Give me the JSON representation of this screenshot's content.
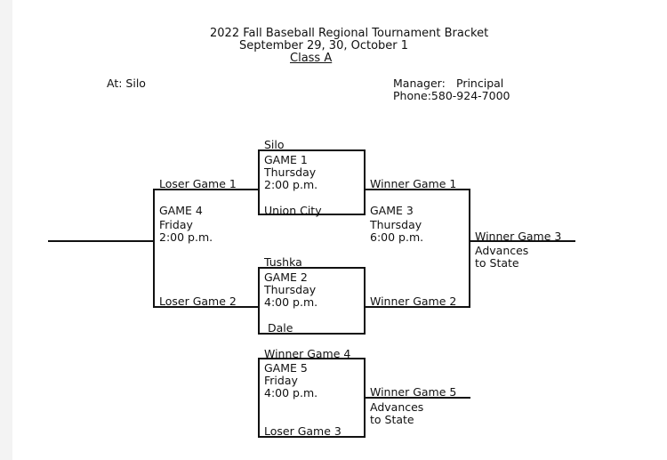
{
  "header": {
    "title": "2022 Fall Baseball Regional Tournament Bracket",
    "dates": "September 29, 30, October 1",
    "class": "Class A"
  },
  "info": {
    "location": "At: Silo",
    "manager_label": "Manager:",
    "manager_value": "Principal",
    "phone": "Phone:580-924-7000"
  },
  "bracket": {
    "game1": {
      "top_team": "Silo",
      "name": "GAME 1",
      "day": "Thursday",
      "time": "2:00 p.m.",
      "bottom_team": "Union City"
    },
    "game2": {
      "top_team": "Tushka",
      "name": "GAME 2",
      "day": "Thursday",
      "time": "4:00 p.m.",
      "bottom_team": "Dale"
    },
    "game3": {
      "name": "GAME 3",
      "day": "Thursday",
      "time": "6:00 p.m.",
      "top_slot": "Winner Game 1",
      "bottom_slot": "Winner Game 2",
      "winner": "Winner Game 3",
      "advance_1": "Advances",
      "advance_2": "to State"
    },
    "game4": {
      "name": "GAME 4",
      "day": "Friday",
      "time": "2:00 p.m.",
      "top_slot": "Loser Game 1",
      "bottom_slot": "Loser Game 2"
    },
    "game5": {
      "top_slot": "Winner Game 4",
      "name": "GAME 5",
      "day": "Friday",
      "time": "4:00 p.m.",
      "bottom_slot": "Loser Game 3",
      "winner": "Winner Game 5",
      "advance_1": "Advances",
      "advance_2": "to State"
    }
  }
}
